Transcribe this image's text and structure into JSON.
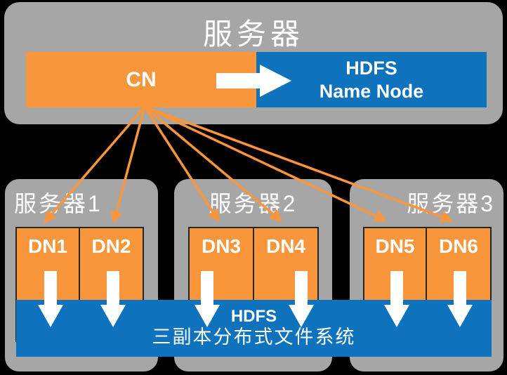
{
  "colors": {
    "bg": "#000000",
    "gray": "#a6a6a6",
    "orange": "#f9963b",
    "blue": "#0e72bd",
    "panel-border": "#262626",
    "text": "#ffffff"
  },
  "top_server": {
    "title": "服务器",
    "cn_label": "CN",
    "namenode_line1": "HDFS",
    "namenode_line2": "Name Node"
  },
  "servers": [
    {
      "name": "服务器1",
      "nodes": [
        "DN1",
        "DN2"
      ]
    },
    {
      "name": "服务器2",
      "nodes": [
        "DN3",
        "DN4"
      ]
    },
    {
      "name": "服务器3",
      "nodes": [
        "DN5",
        "DN6"
      ]
    }
  ],
  "storage_band": {
    "line1": "HDFS",
    "line2": "三副本分布式文件系统"
  }
}
